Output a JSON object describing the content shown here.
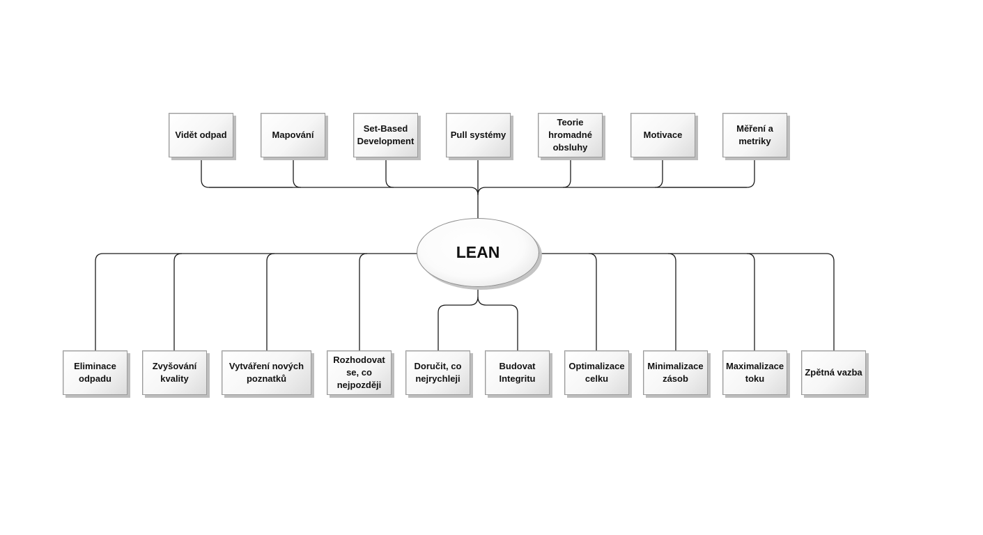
{
  "center": {
    "label": "LEAN"
  },
  "top_nodes": [
    {
      "label": "Vidět odpad"
    },
    {
      "label": "Mapování"
    },
    {
      "label": "Set-Based Development"
    },
    {
      "label": "Pull systémy"
    },
    {
      "label": "Teorie hromadné obsluhy"
    },
    {
      "label": "Motivace"
    },
    {
      "label": "Měření a metriky"
    }
  ],
  "bottom_nodes": [
    {
      "label": "Eliminace odpadu"
    },
    {
      "label": "Zvyšování kvality"
    },
    {
      "label": "Vytváření nových poznatků"
    },
    {
      "label": "Rozhodovat se, co nejpozději"
    },
    {
      "label": "Doručit, co nejrychleji"
    },
    {
      "label": "Budovat Integritu"
    },
    {
      "label": "Optimalizace celku"
    },
    {
      "label": "Minimalizace zásob"
    },
    {
      "label": "Maximalizace toku"
    },
    {
      "label": "Zpětná vazba"
    }
  ],
  "colors": {
    "line": "#1a1a1a",
    "node_border": "#9a9a9a",
    "shadow": "#bdbdbd"
  }
}
